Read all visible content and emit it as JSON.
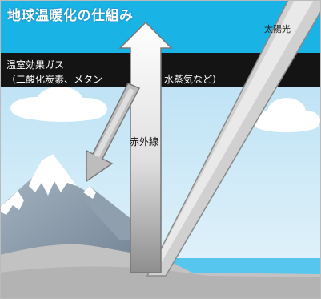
{
  "diagram": {
    "title": "地球温暖化の仕組み",
    "greenhouse_gas_label_line1": "温室効果ガス",
    "greenhouse_gas_label_line2": "（二酸化炭素、メタン",
    "greenhouse_gas_label_line3": "水蒸気など）",
    "sunlight_label": "太陽光",
    "infrared_label": "赤外線"
  },
  "colors": {
    "sky_top": "#19b3e6",
    "sky_bottom": "#cde9f7",
    "greenhouse_band": "#141414",
    "sea": "#56c6ee",
    "ground": "#c2c2c2",
    "mountain": "#8f9fae",
    "snow": "#ffffff",
    "arrow_gray": "#b3b3b3"
  }
}
